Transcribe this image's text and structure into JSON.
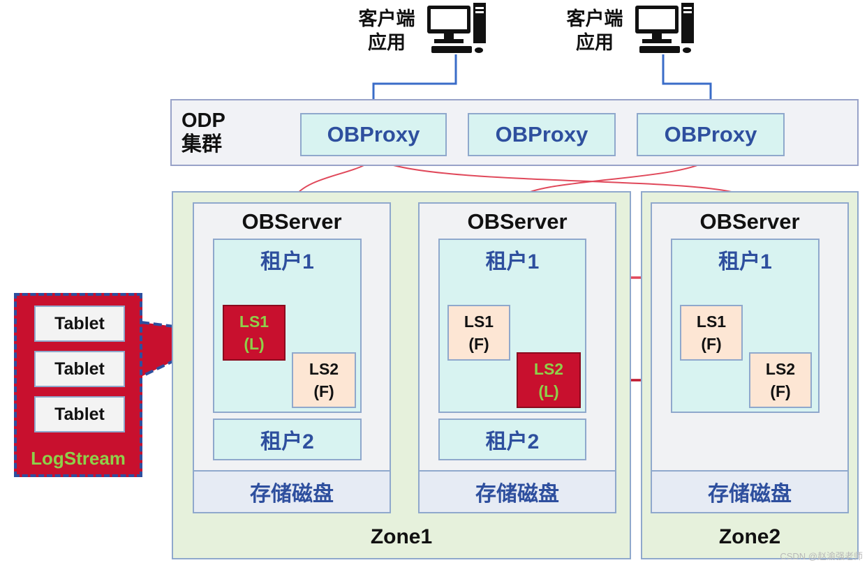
{
  "clients": [
    {
      "label_line1": "客户端",
      "label_line2": "应用"
    },
    {
      "label_line1": "客户端",
      "label_line2": "应用"
    }
  ],
  "odp": {
    "label_line1": "ODP",
    "label_line2": "集群",
    "proxies": [
      "OBProxy",
      "OBProxy",
      "OBProxy"
    ]
  },
  "zones": [
    {
      "label": "Zone1"
    },
    {
      "label": "Zone2"
    }
  ],
  "servers": [
    {
      "title": "OBServer",
      "tenant1": "租户1",
      "tenant2": "租户2",
      "storage": "存储磁盘",
      "ls": [
        {
          "name": "LS1",
          "role": "(L)"
        },
        {
          "name": "LS2",
          "role": "(F)"
        }
      ]
    },
    {
      "title": "OBServer",
      "tenant1": "租户1",
      "tenant2": "租户2",
      "storage": "存储磁盘",
      "ls": [
        {
          "name": "LS1",
          "role": "(F)"
        },
        {
          "name": "LS2",
          "role": "(L)"
        }
      ]
    },
    {
      "title": "OBServer",
      "tenant1": "租户1",
      "storage": "存储磁盘",
      "ls": [
        {
          "name": "LS1",
          "role": "(F)"
        },
        {
          "name": "LS2",
          "role": "(F)"
        }
      ]
    }
  ],
  "logstream": {
    "tablets": [
      "Tablet",
      "Tablet",
      "Tablet"
    ],
    "label": "LogStream"
  },
  "watermark": "CSDN @赵渝强老师",
  "colors": {
    "proxy_text": "#2e4f9e",
    "leader_fill": "#c8102e",
    "leader_text": "#8ed04a",
    "follower_fill": "#fde6d4",
    "zone_fill": "#e6f1dc",
    "client_arrow": "#3a6cc8",
    "replication_arrow": "#e0485a"
  },
  "icons": [
    "computer-icon"
  ]
}
